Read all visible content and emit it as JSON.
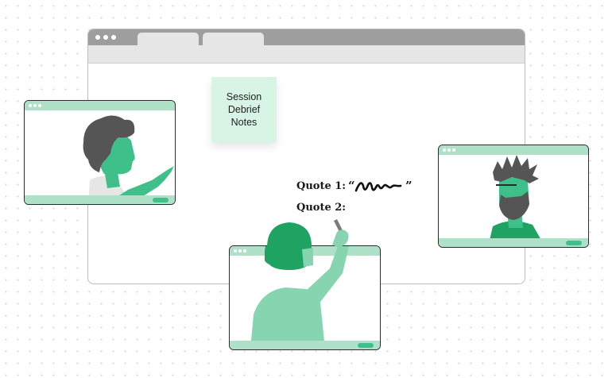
{
  "sticky_note": {
    "text": "Session\nDebrief\nNotes"
  },
  "quotes": {
    "quote1_label": "Quote 1:",
    "quote2_label": "Quote 2:",
    "open_mark": "“",
    "close_mark": "”"
  },
  "colors": {
    "accent_green": "#3fc08a",
    "light_green": "#aee1c8",
    "note_green": "#d8f4e4",
    "hair_dark": "#555555",
    "window_chrome": "#9e9e9e"
  }
}
